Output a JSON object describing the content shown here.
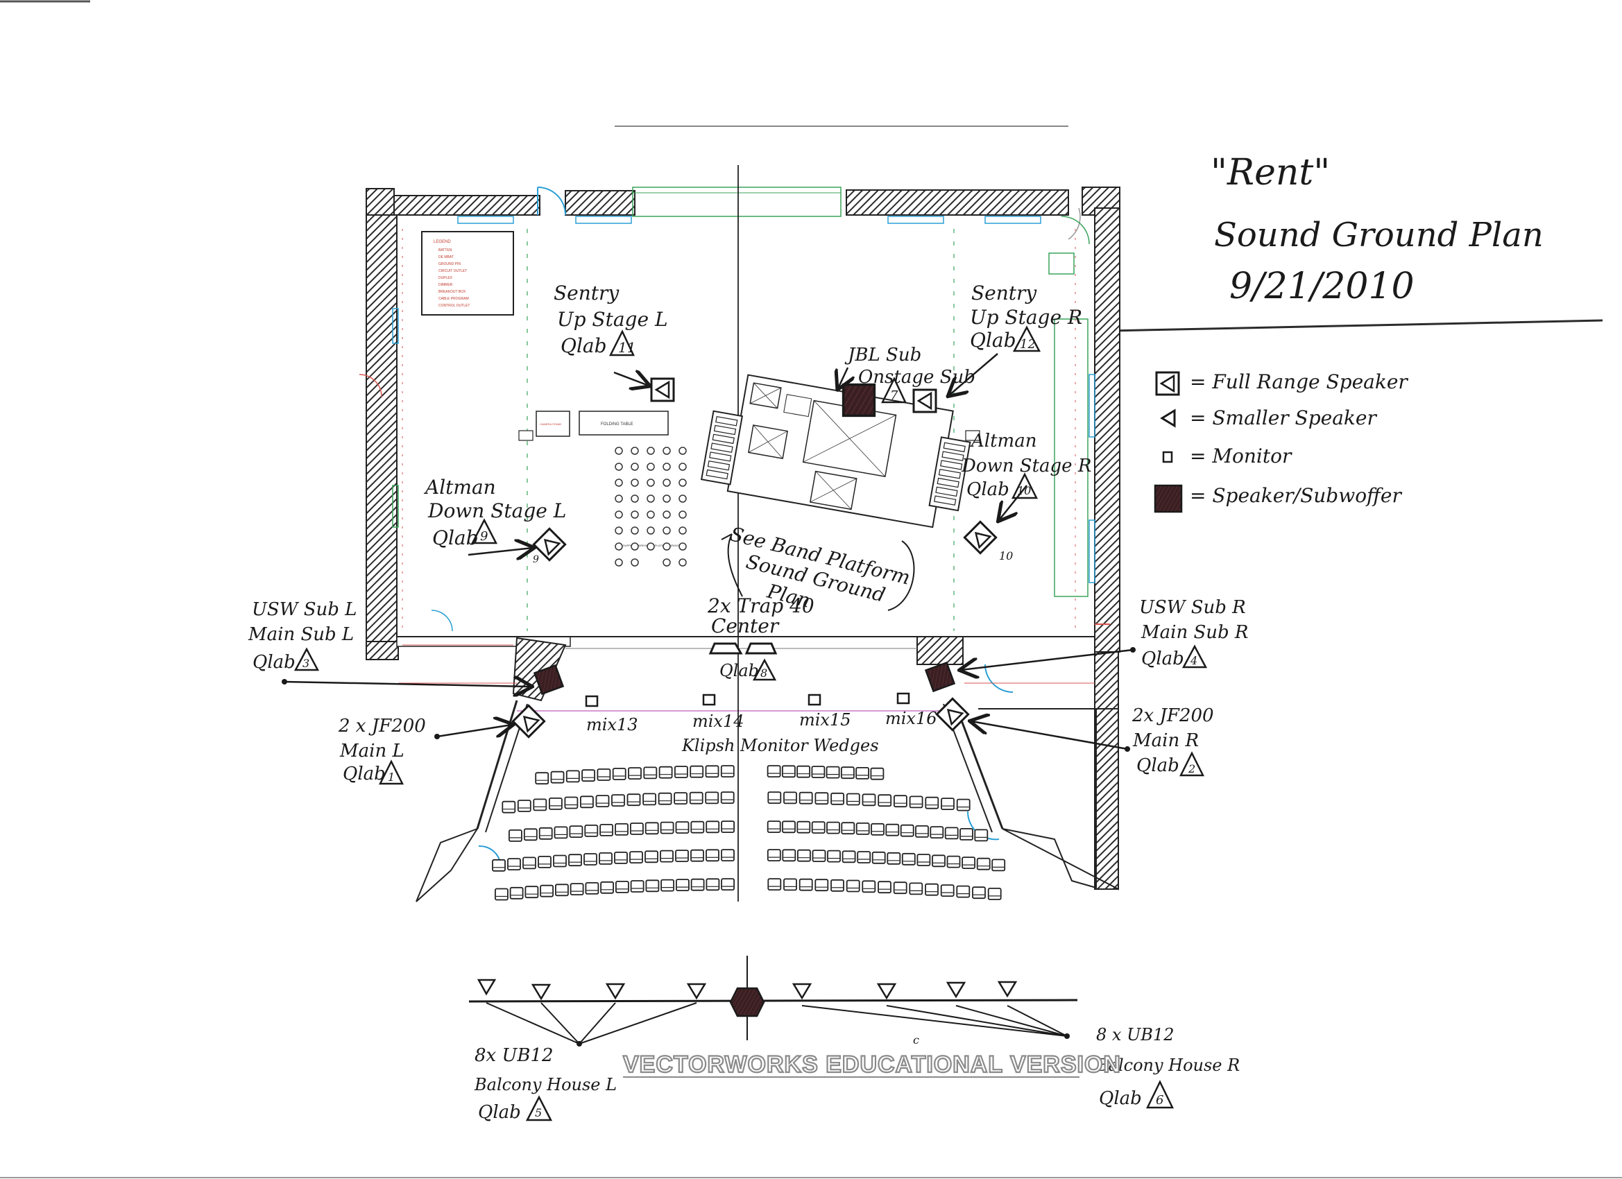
{
  "title": {
    "line1": "\"Rent\"",
    "line2": "Sound Ground Plan",
    "line3": "9/21/2010"
  },
  "legend": {
    "full_range": "= Full Range Speaker",
    "smaller": "= Smaller Speaker",
    "monitor": "= Monitor",
    "subwoofer": "= Speaker/Subwoffer"
  },
  "cad_legend": {
    "heading": "LEGEND",
    "items": [
      "BATTEN",
      "DE MBAT",
      "GROUND PIN",
      "CIRCUIT OUTLET",
      "DUPLEX",
      "DIMMER",
      "BREAKOUT BOX",
      "CABLE PROGRAM",
      "CONTROL OUTLET"
    ]
  },
  "furniture": {
    "folding_table": "FOLDING TABLE",
    "stand": "CAMERA STAND",
    "band_note": "SUPPORT WIRE/WOOD PLATFORM (PAINTED)"
  },
  "speakers": {
    "sentry_usl": {
      "line1": "Sentry",
      "line2": "Up Stage L",
      "line3": "Qlab",
      "cue": "11"
    },
    "sentry_usr": {
      "line1": "Sentry",
      "line2": "Up Stage R",
      "line3": "Qlab",
      "cue": "12"
    },
    "jbl_sub": {
      "line1": "JBL Sub",
      "line2": "Onstage Sub",
      "cue": "7"
    },
    "altman_dsl": {
      "line1": "Altman",
      "line2": "Down Stage L",
      "line3": "Qlab",
      "cue": "9"
    },
    "altman_dsr": {
      "line1": "Altman",
      "line2": "Down Stage R",
      "line3": "Qlab",
      "cue": "10",
      "extra": "10"
    },
    "band_note": {
      "line1": "See Band Platform",
      "line2": "Sound Ground",
      "line3": "Plan"
    },
    "trap_center": {
      "line1": "2x Trap 40",
      "line2": "Center",
      "line3": "Qlab",
      "cue": "8"
    },
    "usw_l": {
      "line1": "USW Sub L",
      "line2": "Main Sub L",
      "line3": "Qlab",
      "cue": "3"
    },
    "usw_r": {
      "line1": "USW Sub R",
      "line2": "Main Sub R",
      "line3": "Qlab",
      "cue": "4"
    },
    "jf_l": {
      "line1": "2 x JF200",
      "line2": "Main L",
      "line3": "Qlab",
      "cue": "1"
    },
    "jf_r": {
      "line1": "2x JF200",
      "line2": "Main R",
      "line3": "Qlab",
      "cue": "2"
    },
    "mix13": "mix13",
    "mix14": "mix14",
    "mix15": "mix15",
    "mix16": "mix16",
    "monitor_note": "Klipsh Monitor Wedges",
    "aside_9": "9",
    "balcony_l": {
      "line1": "8x UB12",
      "line2": "Balcony House L",
      "line3": "Qlab",
      "cue": "5"
    },
    "balcony_r": {
      "line1": "8 x UB12",
      "line2": "Balcony House R",
      "line3": "Qlab",
      "cue": "6"
    },
    "letter_c": "c"
  },
  "watermark": "VECTORWORKS EDUCATIONAL VERSION",
  "colors": {
    "ink": "#1a1a1a",
    "wall_hatch": "#2b2b2b",
    "cad_red": "#d9534f",
    "cad_green": "#3aa35a",
    "cad_blue": "#2a9fd6",
    "sub_fill": "#3a1f22"
  }
}
